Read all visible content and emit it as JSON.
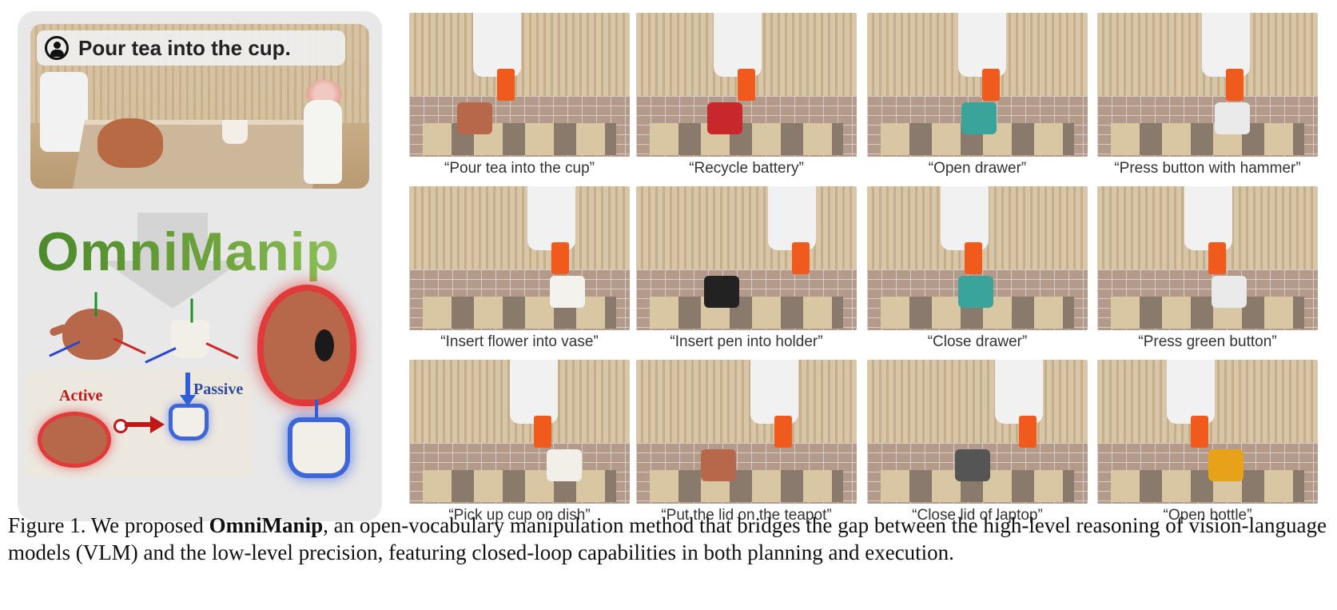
{
  "left_panel": {
    "instruction": "Pour tea into the cup.",
    "title": "OmniManip",
    "active_label": "Active",
    "passive_label": "Passive"
  },
  "tasks": [
    "“Pour tea into the cup”",
    "“Recycle battery”",
    "“Open drawer”",
    "“Press button with hammer”",
    "“Insert flower into vase”",
    "“Insert pen into holder”",
    "“Close drawer”",
    "“Press green button”",
    "“Pick up cup on dish”",
    "“Put the lid on the teapot”",
    "“Close lid of laptop”",
    "“Open bottle”"
  ],
  "caption": {
    "figure_label": "Figure 1.",
    "pre": "We proposed ",
    "bold": "OmniManip",
    "post": ", an open-vocabulary manipulation method that bridges the gap between the high-level reasoning of vision-language models (VLM) and the low-level precision, featuring closed-loop capabilities in both planning and execution."
  },
  "colors": {
    "title_green": "#5c9a33",
    "active_red": "#c21717",
    "passive_blue": "#2f4b9a",
    "gripper_orange": "#f05a1c"
  }
}
